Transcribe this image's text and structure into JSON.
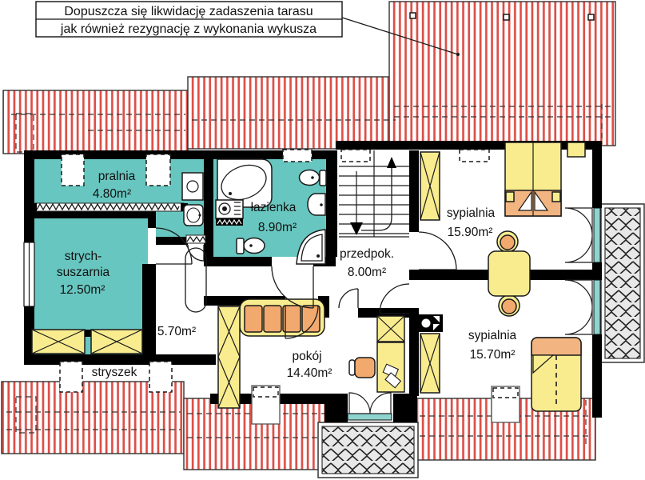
{
  "annotation": {
    "line1": "Dopuszcza się likwidację zadaszenia tarasu",
    "line2": "jak również rezygnację z wykonania wykusza"
  },
  "labels": {
    "pralnia": {
      "name": "pralnia",
      "area": "4.80m²"
    },
    "strych": {
      "name_line1": "strych-",
      "name_line2": "suszarnia",
      "area": "12.50m²"
    },
    "lazienka": {
      "name": "łazienka",
      "area": "8.90m²"
    },
    "przedpok": {
      "name": "przedpok.",
      "area": "8.00m²"
    },
    "sypialnia1": {
      "name": "sypialnia",
      "area": "15.90m²"
    },
    "sypialnia2": {
      "name": "sypialnia",
      "area": "15.70m²"
    },
    "pokoj": {
      "name": "pokój",
      "area": "14.40m²"
    },
    "korytarz": {
      "area": "5.70m²"
    },
    "stryszek": {
      "name": "stryszek"
    }
  },
  "colors": {
    "room_fill": "#68c6c0",
    "furniture_yellow": "#f8ec8f",
    "furniture_orange": "#f2a96d",
    "roof_stripe": "#dd4f47",
    "wall": "#000000",
    "balcony_fill": "#e8e8e8",
    "glass": "#8fd4ce"
  }
}
